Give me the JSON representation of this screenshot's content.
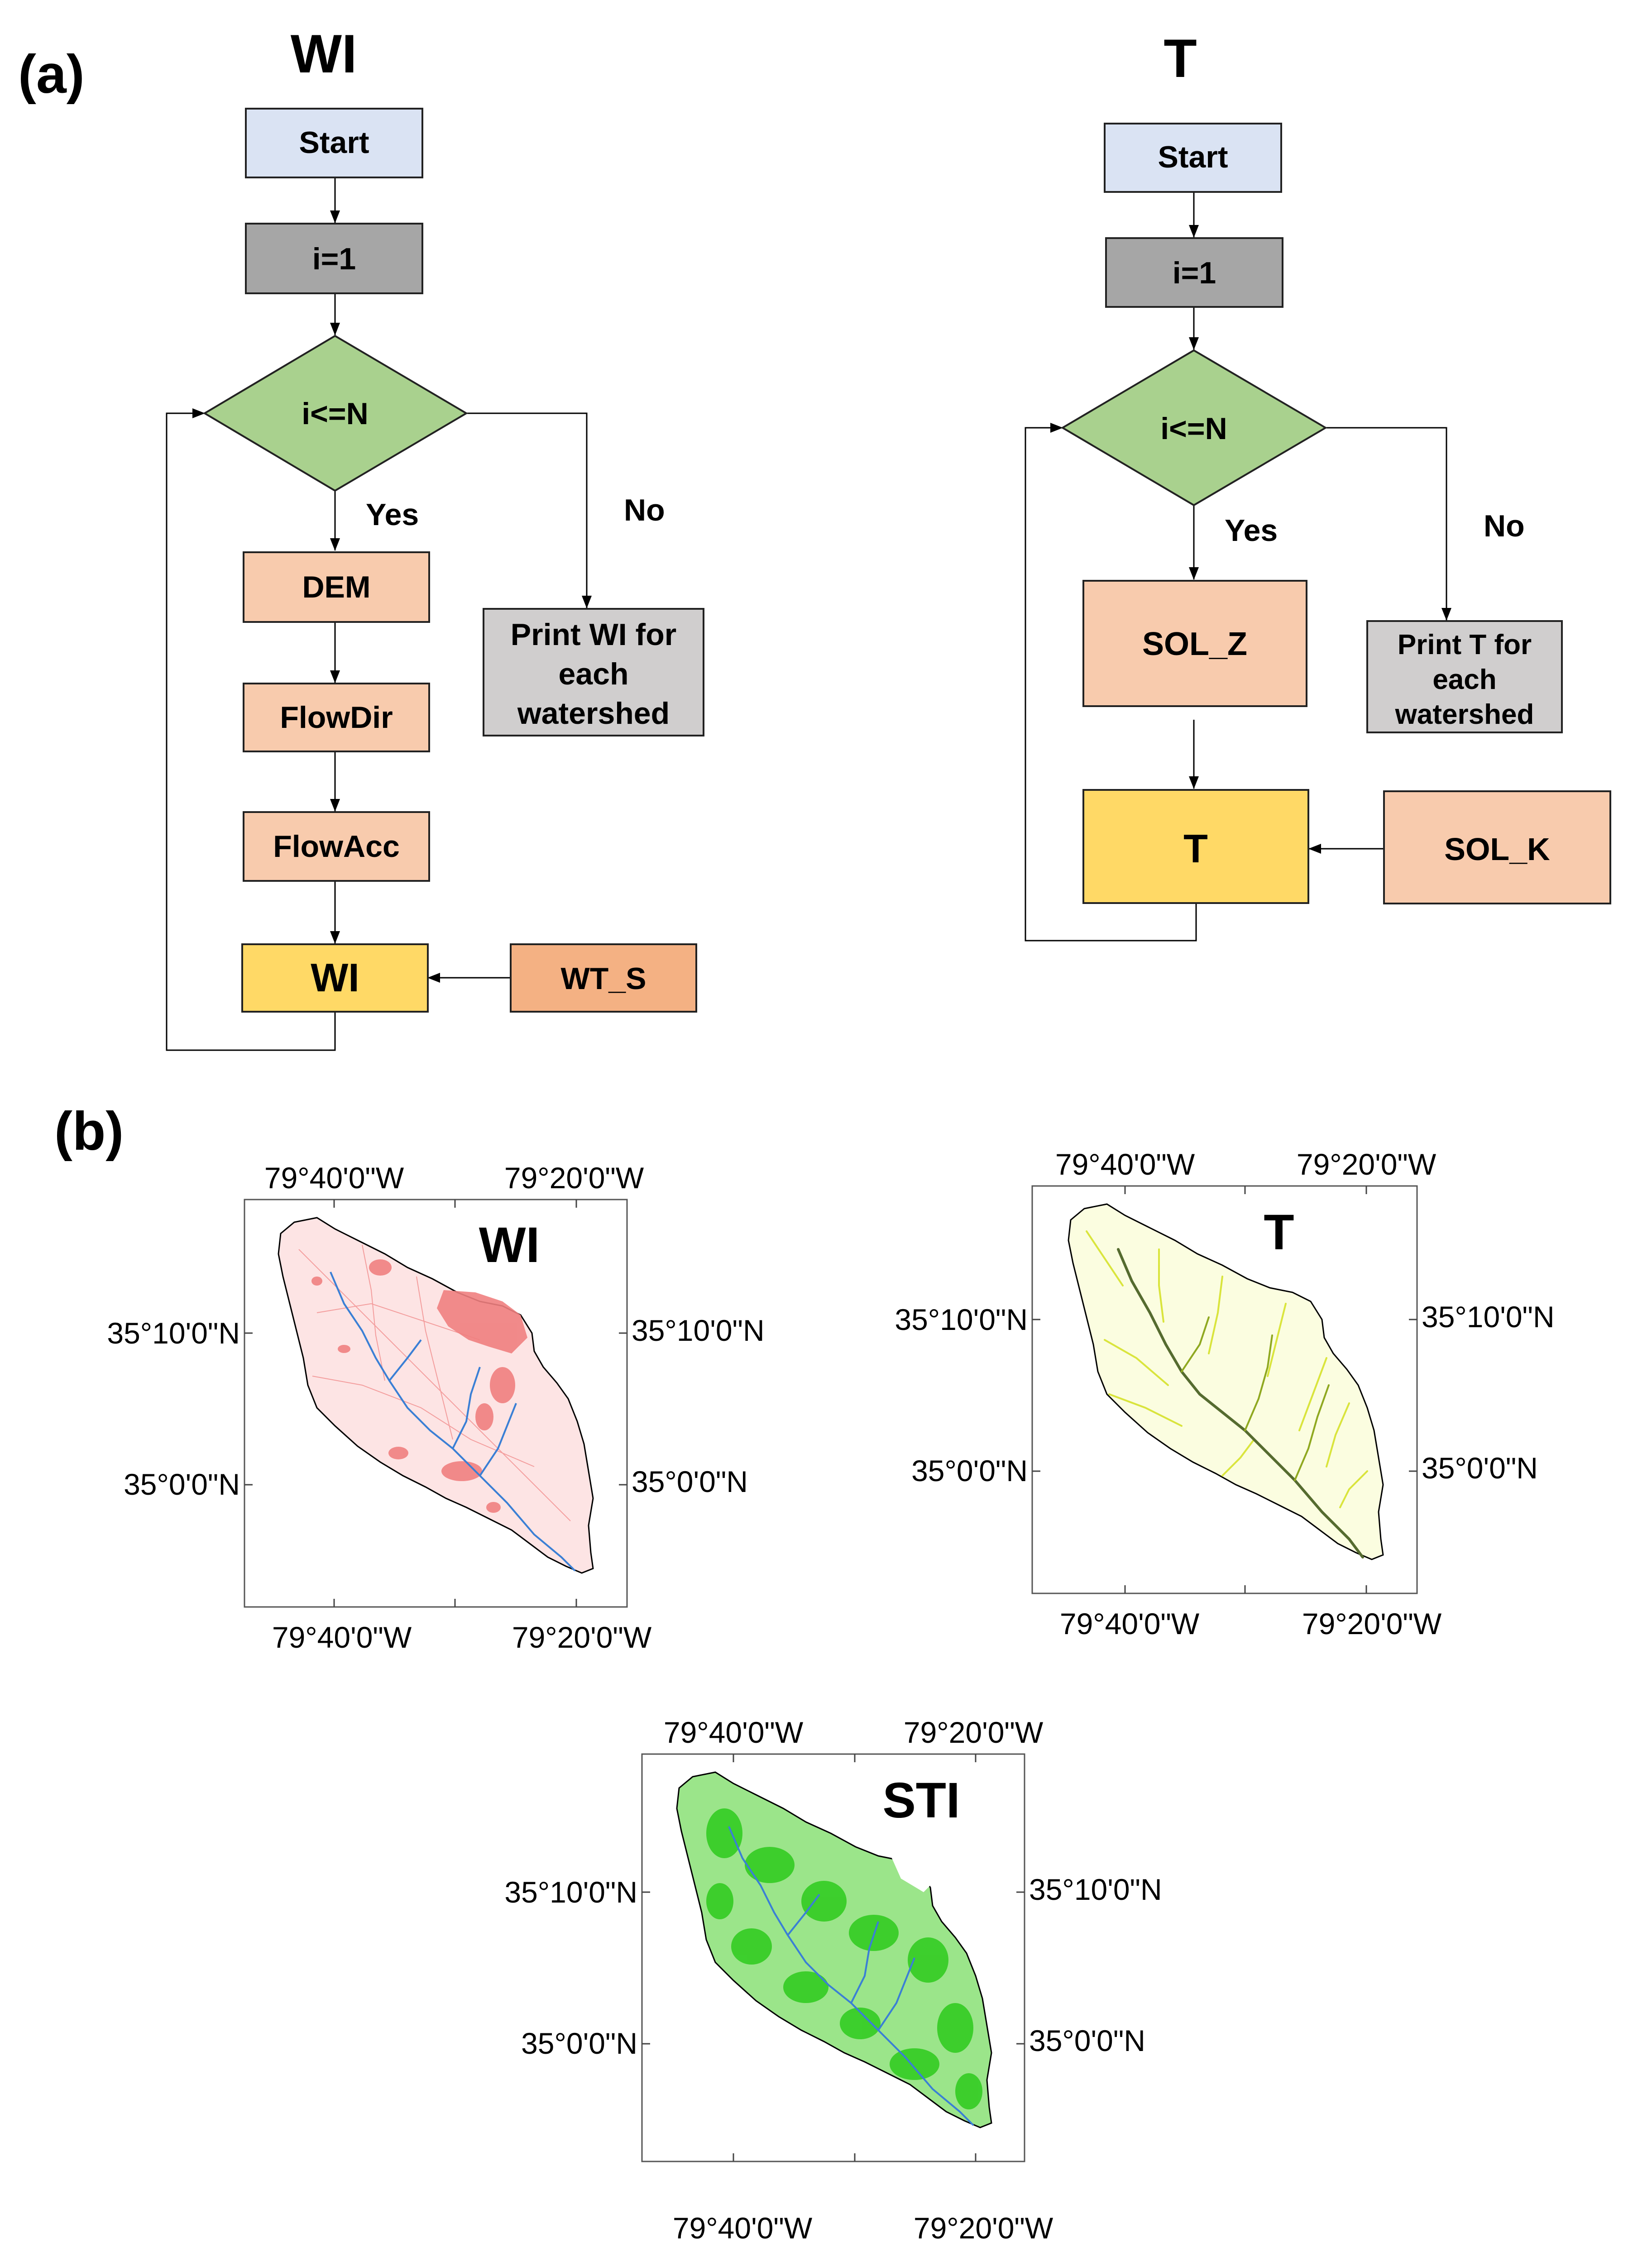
{
  "panel_a": {
    "label": "(a)",
    "wi_flow": {
      "title": "WI",
      "start": "Start",
      "init": "i=1",
      "decision": "i<=N",
      "yes": "Yes",
      "no": "No",
      "dem": "DEM",
      "flowdir": "FlowDir",
      "flowacc": "FlowAcc",
      "result": "WI",
      "input": "WT_S",
      "print_lines": [
        "Print WI for",
        "each",
        "watershed"
      ]
    },
    "t_flow": {
      "title": "T",
      "start": "Start",
      "init": "i=1",
      "decision": "i<=N",
      "yes": "Yes",
      "no": "No",
      "sol_z": "SOL_Z",
      "result": "T",
      "input": "SOL_K",
      "print_lines": [
        "Print T for",
        "each",
        "watershed"
      ]
    }
  },
  "panel_b": {
    "label": "(b)",
    "maps": [
      {
        "title": "WI",
        "top_lon": [
          "79°40'0\"W",
          "79°20'0\"W"
        ],
        "bottom_lon": [
          "79°40'0\"W",
          "79°20'0\"W"
        ],
        "left_lat": [
          "35°10'0\"N",
          "35°0'0\"N"
        ],
        "right_lat": [
          "35°10'0\"N",
          "35°0'0\"N"
        ]
      },
      {
        "title": "T",
        "top_lon": [
          "79°40'0\"W",
          "79°20'0\"W"
        ],
        "bottom_lon": [
          "79°40'0\"W",
          "79°20'0\"W"
        ],
        "left_lat": [
          "35°10'0\"N",
          "35°0'0\"N"
        ],
        "right_lat": [
          "35°10'0\"N",
          "35°0'0\"N"
        ]
      },
      {
        "title": "STI",
        "top_lon": [
          "79°40'0\"W",
          "79°20'0\"W"
        ],
        "bottom_lon": [
          "79°40'0\"W",
          "79°20'0\"W"
        ],
        "left_lat": [
          "35°10'0\"N",
          "35°0'0\"N"
        ],
        "right_lat": [
          "35°10'0\"N",
          "35°0'0\"N"
        ]
      }
    ]
  },
  "colors": {
    "start_fill": "#dae3f3",
    "init_fill": "#a6a6a6",
    "decision_fill": "#a9d18e",
    "process_fill": "#f8cbad",
    "input_fill": "#f4b183",
    "result_fill": "#ffd966",
    "print_fill": "#d0cece",
    "wi_map": "#f08080",
    "t_map": "#d4e020",
    "sti_map": "#33cc22",
    "stream": "#3a7fd5"
  }
}
